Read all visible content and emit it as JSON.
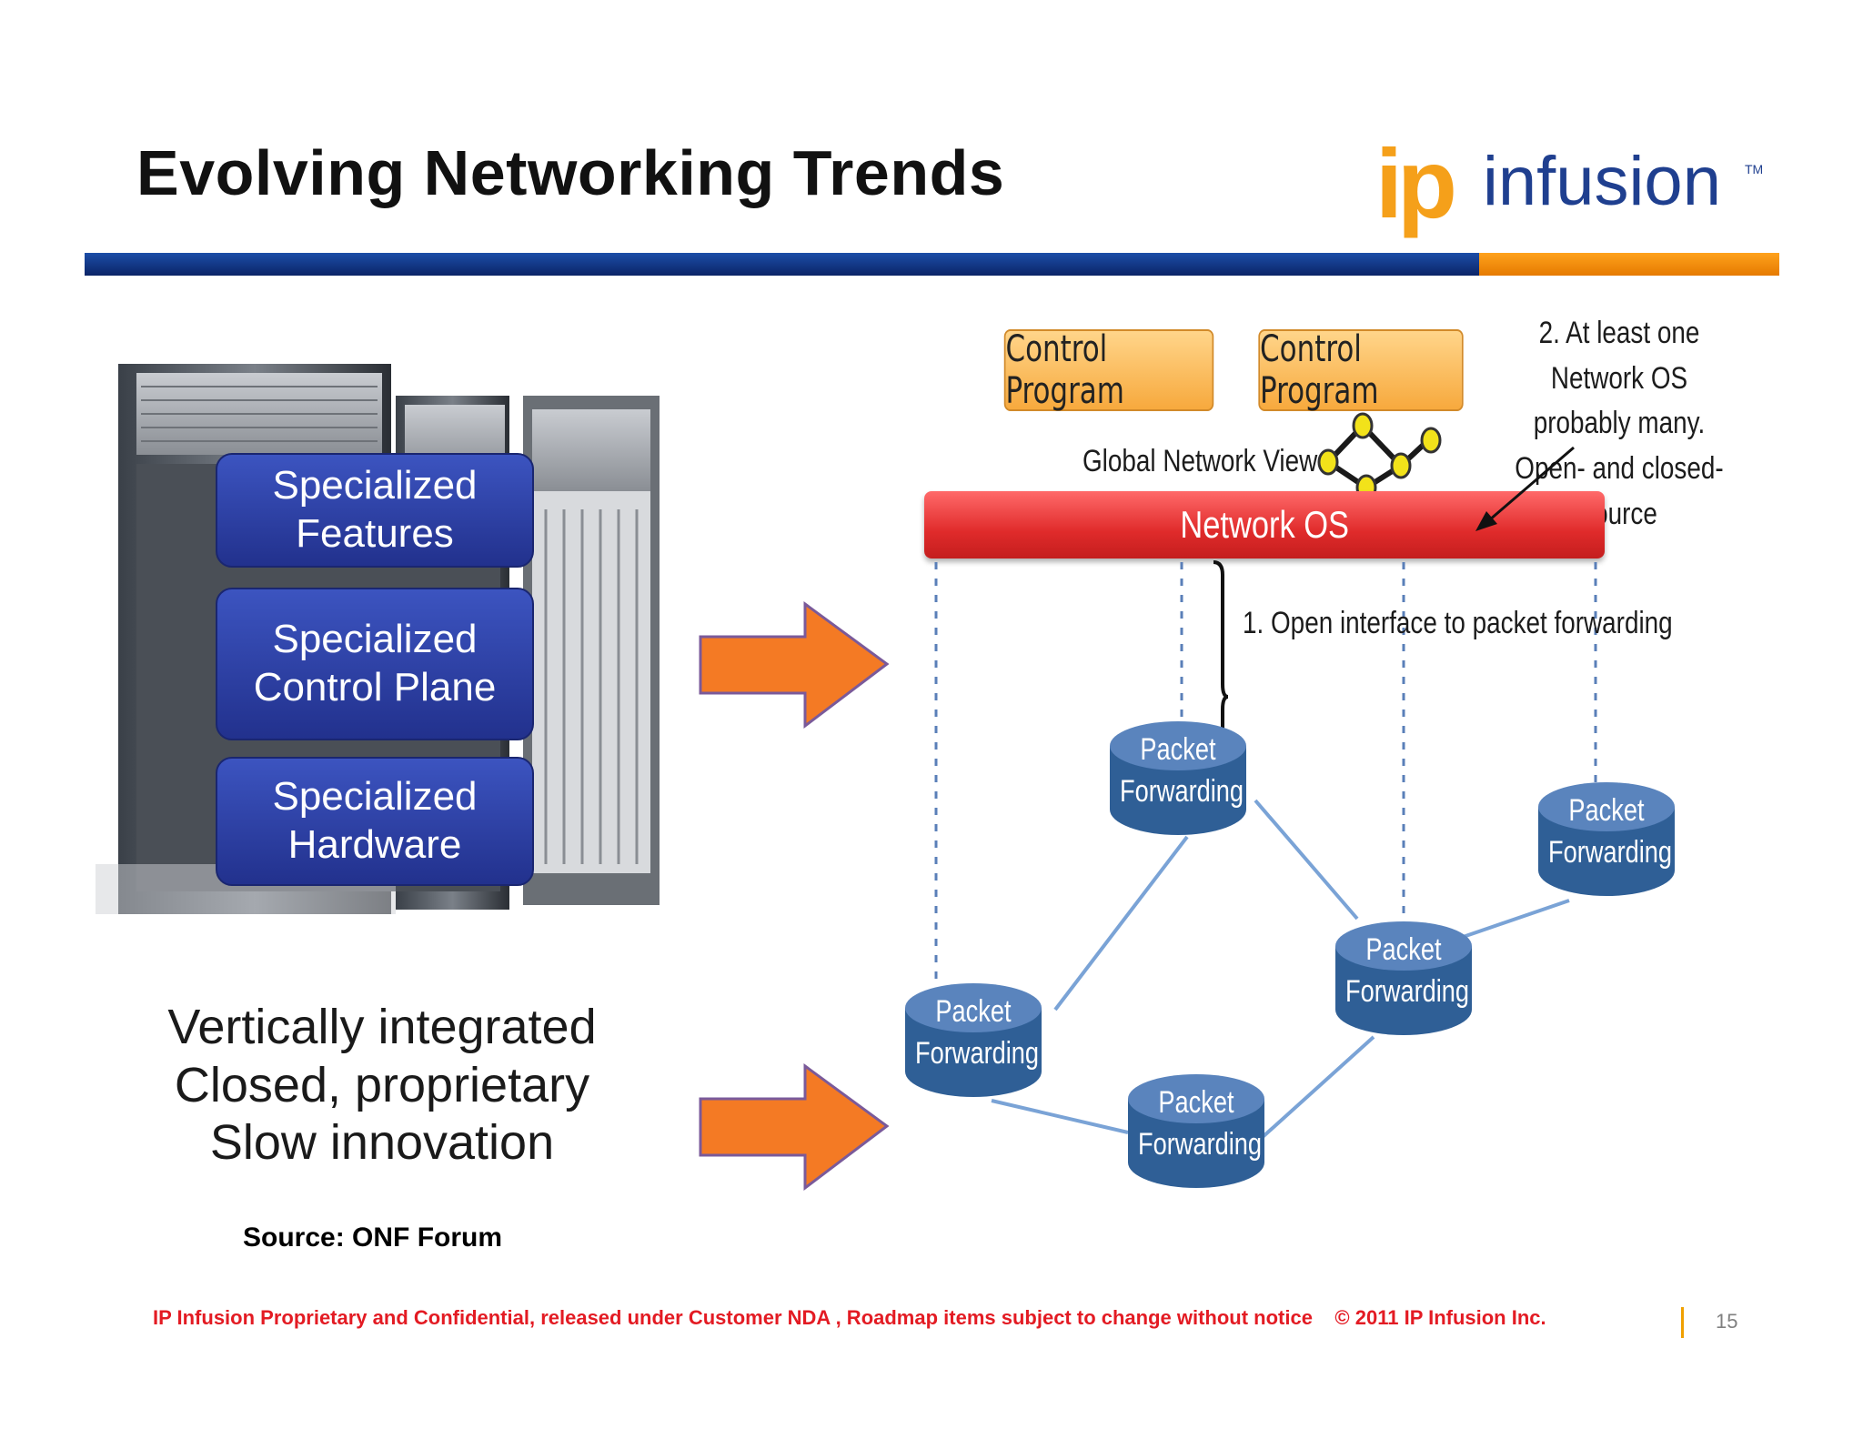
{
  "header": {
    "title": "Evolving Networking Trends",
    "logo_ip": "ip",
    "logo_infusion": "infusion",
    "logo_tm": "TM"
  },
  "left_panel": {
    "boxes": [
      "Specialized Features",
      "Specialized Control Plane",
      "Specialized Hardware"
    ],
    "tagline": [
      "Vertically integrated",
      "Closed, proprietary",
      "Slow innovation"
    ]
  },
  "diagram": {
    "control_programs": [
      "Control Program",
      "Control Program"
    ],
    "network_os": "Network OS",
    "global_view_label": "Global Network View",
    "note_2": [
      "2. At least one Network OS",
      "probably many.",
      "Open- and closed-source"
    ],
    "note_1": "1. Open interface to packet forwarding",
    "packet_forwarding": [
      {
        "line1": "Packet",
        "line2": "Forwarding"
      },
      {
        "line1": "Packet",
        "line2": "Forwarding"
      },
      {
        "line1": "Packet",
        "line2": "Forwarding"
      },
      {
        "line1": "Packet",
        "line2": "Forwarding"
      },
      {
        "line1": "Packet",
        "line2": "Forwarding"
      }
    ]
  },
  "source": "Source: ONF Forum",
  "footer": {
    "text": "IP Infusion Proprietary and Confidential, released under Customer NDA , Roadmap items subject to change without notice    © 2011 IP Infusion Inc.",
    "page": "15"
  },
  "colors": {
    "accent_orange": "#f5a01a",
    "brand_blue": "#1f3f8f",
    "netos_red": "#e02b2b",
    "node_blue": "#2f5f96",
    "footer_red": "#e31b23"
  }
}
